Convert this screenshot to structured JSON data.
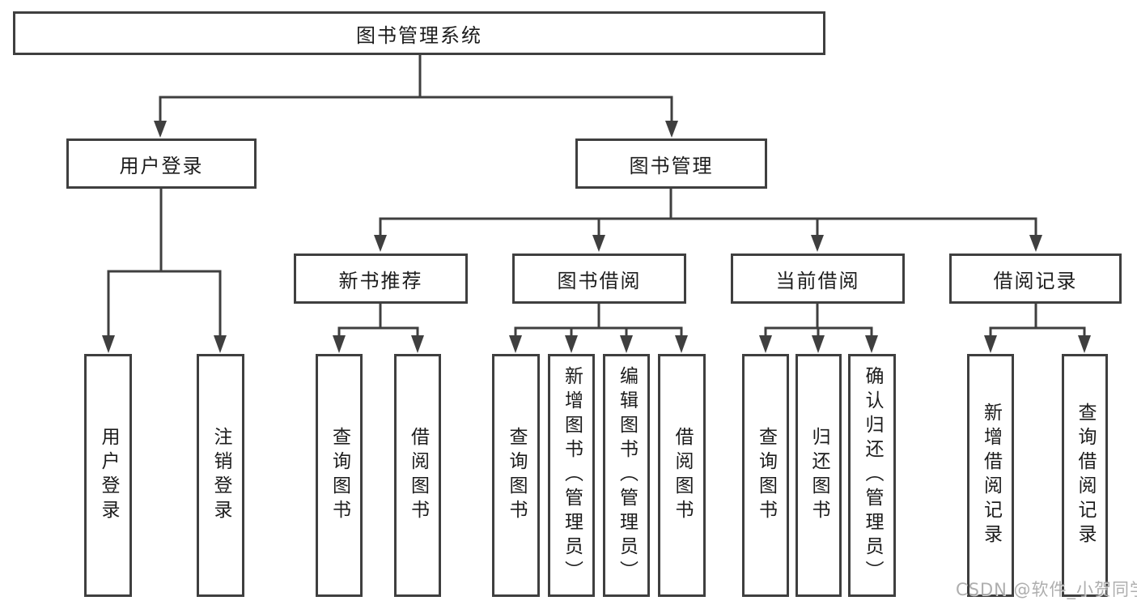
{
  "nodes": {
    "root": "图书管理系统",
    "user_login": "用户登录",
    "book_mgmt": "图书管理",
    "new_book_rec": "新书推荐",
    "book_borrow": "图书借阅",
    "current_borrow": "当前借阅",
    "borrow_record": "借阅记录",
    "ul_user_login": "用户登录",
    "ul_logout": "注销登录",
    "nb_query_book": "查询图书",
    "nb_borrow_book": "借阅图书",
    "bb_query_book": "查询图书",
    "bb_add_book": "新增图书（管理员）",
    "bb_edit_book": "编辑图书（管理员）",
    "bb_borrow_book": "借阅图书",
    "cb_query_book": "查询图书",
    "cb_return_book": "归还图书",
    "cb_confirm_return": "确认归还（管理员）",
    "br_add_record": "新增借阅记录",
    "br_query_record": "查询借阅记录"
  },
  "hierarchy": {
    "图书管理系统": [
      "用户登录",
      "图书管理"
    ],
    "用户登录": [
      "用户登录",
      "注销登录"
    ],
    "图书管理": [
      "新书推荐",
      "图书借阅",
      "当前借阅",
      "借阅记录"
    ],
    "新书推荐": [
      "查询图书",
      "借阅图书"
    ],
    "图书借阅": [
      "查询图书",
      "新增图书（管理员）",
      "编辑图书（管理员）",
      "借阅图书"
    ],
    "当前借阅": [
      "查询图书",
      "归还图书",
      "确认归还（管理员）"
    ],
    "借阅记录": [
      "新增借阅记录",
      "查询借阅记录"
    ]
  },
  "watermark": "CSDN @软件_小贺同学",
  "colors": {
    "line": "#3f3f3f",
    "text": "#1c1c1c",
    "watermark": "#a6a6a6",
    "background": "#ffffff"
  }
}
